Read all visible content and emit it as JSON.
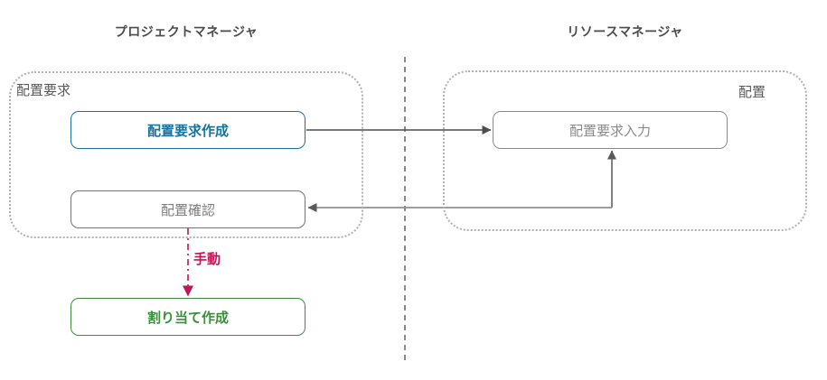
{
  "diagram": {
    "lanes": {
      "left_header": "プロジェクトマネージャ",
      "right_header": "リソースマネージャ"
    },
    "containers": {
      "placement_request_label": "配置要求",
      "placement_label": "配置"
    },
    "nodes": {
      "create_placement_request": "配置要求作成",
      "placement_request_input": "配置要求入力",
      "placement_confirmation": "配置確認",
      "create_assignment": "割り当て作成"
    },
    "edges": {
      "manual_label": "手動"
    },
    "colors": {
      "accent_blue": "#17729c",
      "accent_green": "#3a8f3a",
      "accent_red": "#c01657",
      "line_dark": "#4d4d4d",
      "line_gray": "#737373",
      "container_dotted": "#b0b0b0"
    }
  }
}
